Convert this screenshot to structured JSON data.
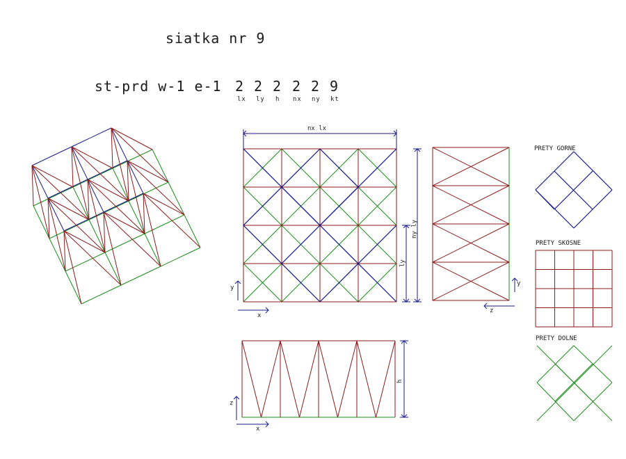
{
  "title": "siatka nr 9",
  "code_line": {
    "prefix": "st-prd  w-1  e-1",
    "params": [
      {
        "value": "2",
        "label": "lx"
      },
      {
        "value": "2",
        "label": "ly"
      },
      {
        "value": "2",
        "label": "h"
      },
      {
        "value": "2",
        "label": "nx"
      },
      {
        "value": "2",
        "label": "ny"
      },
      {
        "value": "9",
        "label": "kt"
      }
    ]
  },
  "dimensions": {
    "top_width": "nx lx",
    "right_outer": "ny ly",
    "right_inner": "ly",
    "elevation_height": "h"
  },
  "axes": {
    "plan_x": "x",
    "plan_y": "y",
    "side_z": "z",
    "side_y": "y",
    "elev_z": "z",
    "elev_x": "x"
  },
  "legend": {
    "top_bars": "PRETY GORNE",
    "diagonal_bars": "PRETY SKOSNE",
    "bottom_bars": "PRETY DOLNE"
  },
  "colors": {
    "top": "#1a1a8c",
    "diagonal": "#8c1a1a",
    "bottom": "#1a8c1a",
    "ink": "#1a1a1a"
  }
}
